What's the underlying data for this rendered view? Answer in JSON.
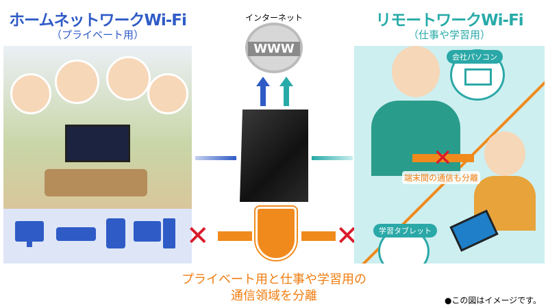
{
  "home": {
    "title": "ホームネットワークWi-Fi",
    "subtitle": "（プライベート用）"
  },
  "internet": {
    "label": "インターネット",
    "globe_text": "WWW"
  },
  "remote": {
    "title": "リモートワークWi-Fi",
    "subtitle": "（仕事や学習用）",
    "pc_tag": "会社パソコン",
    "tablet_tag": "学習タブレット",
    "isolation_label": "端末間の通信も分離"
  },
  "caption": {
    "line1": "プライベート用と仕事や学習用の",
    "line2": "通信領域を分離"
  },
  "note": "●この図はイメージです。",
  "colors": {
    "home_blue": "#2f5bc6",
    "remote_teal": "#27aaa8",
    "orange": "#f08a1c",
    "red": "#d91a2a"
  }
}
